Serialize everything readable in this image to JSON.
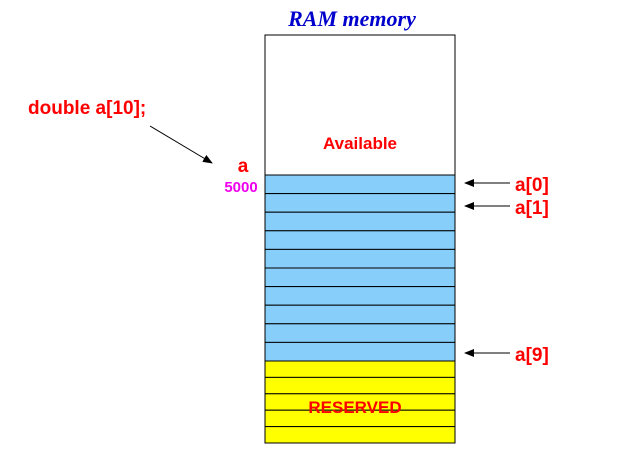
{
  "title": "RAM memory",
  "declaration": "double a[10];",
  "pointer_label": "a",
  "address": "5000",
  "available_label": "Available",
  "reserved_label": "RESERVED",
  "element_labels": {
    "first": "a[0]",
    "second": "a[1]",
    "last": "a[9]"
  },
  "array_length": 10,
  "reserved_rows": 5,
  "colors": {
    "title": "#0000cc",
    "label_red": "#ff0000",
    "address_magenta": "#ee00ee",
    "array_fill": "#87cefa",
    "reserved_fill": "#ffff00",
    "outline": "#000000"
  }
}
